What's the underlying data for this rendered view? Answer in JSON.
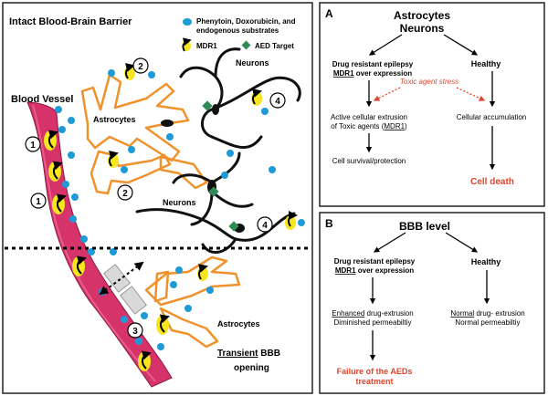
{
  "left_panel": {
    "title": "Intact Blood-Brain Barrier",
    "blood_vessel": "Blood Vessel",
    "astrocytes_top": "Astrocytes",
    "neurons_top": "Neurons",
    "neurons_mid": "Neurons",
    "astrocytes_bottom": "Astrocytes",
    "transient_word": "Transient",
    "transient_rest": " BBB",
    "opening": "opening",
    "legend": {
      "substrates_line1": "Phenytoin, Doxorubicin, and",
      "substrates_line2": "endogenous substrates",
      "mdr1": "MDR1",
      "aed_target": "AED Target"
    },
    "markers": [
      "1",
      "1",
      "2",
      "2",
      "3",
      "4",
      "4"
    ]
  },
  "panel_a": {
    "letter": "A",
    "header_line1": "Astrocytes",
    "header_line2": "Neurons",
    "left_line1": "Drug resistant epilepsy",
    "left_mdr1": "MDR1",
    "left_line2_rest": " over expression",
    "healthy": "Healthy",
    "toxic": "Toxic agent stress",
    "active_line1": "Active cellular extrusion",
    "active_line2_pre": "of Toxic agents (",
    "active_mdr1": "MDR1",
    "active_line2_post": ")",
    "survival": "Cell survival/protection",
    "accumulation": "Cellular accumulation",
    "death": "Cell death"
  },
  "panel_b": {
    "letter": "B",
    "header": "BBB level",
    "left_line1": "Drug resistant epilepsy",
    "left_mdr1": "MDR1",
    "left_line2_rest": " over expression",
    "healthy": "Healthy",
    "enhanced_word": "Enhanced",
    "enhanced_rest": " drug-extrusion",
    "diminished": "Diminished permeabiltiy",
    "normal_word": "Normal",
    "normal_rest": " drug- extrusion",
    "normal_perm": "Normal permeabiltiy",
    "failure_line1": "Failure of the AEDs",
    "failure_line2": "treatment"
  },
  "colors": {
    "vessel": "#d6336a",
    "astrocyte": "#f0922b",
    "substrate": "#1e9ad6",
    "mdr1": "#f6e51f",
    "aed": "#2e8b57",
    "alert": "#e0442c"
  }
}
